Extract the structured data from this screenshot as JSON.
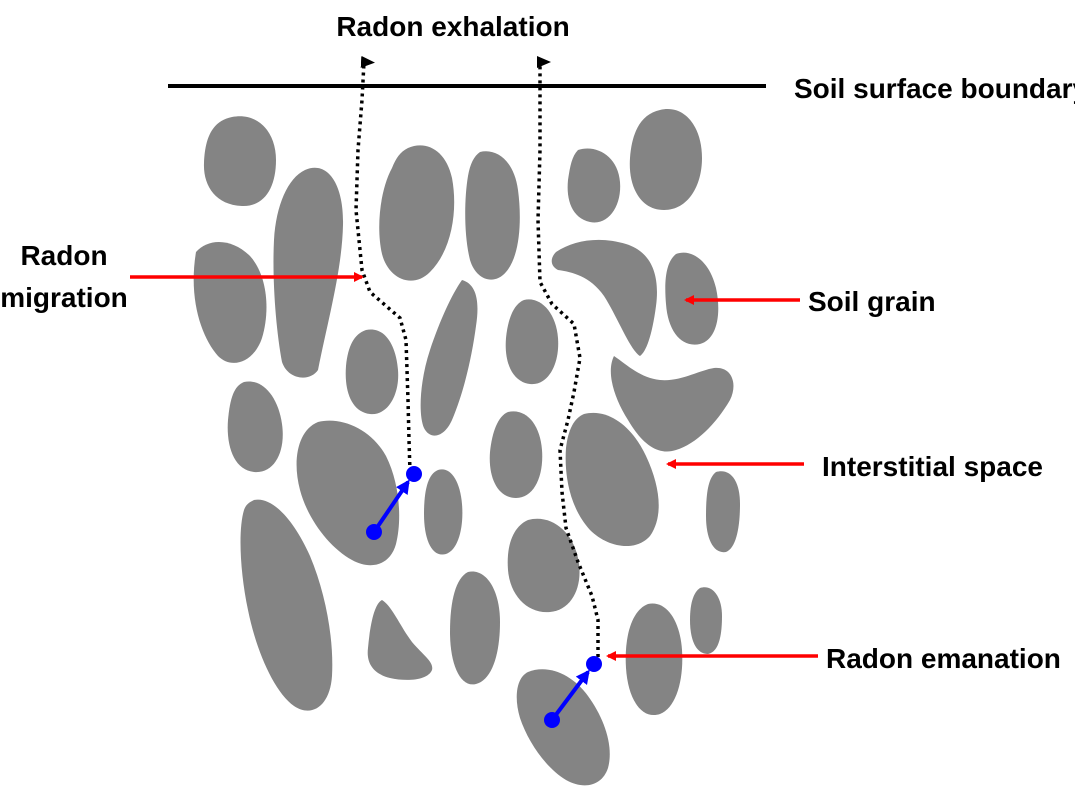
{
  "labels": {
    "exhalation": "Radon exhalation",
    "surface": "Soil surface boundary",
    "migration_line1": "Radon",
    "migration_line2": "migration",
    "soil_grain": "Soil grain",
    "interstitial": "Interstitial space",
    "emanation": "Radon emanation"
  },
  "colors": {
    "grain": "#848484",
    "pointer_arrow": "#ff0000",
    "emanation_arrow": "#0000ff",
    "path": "#000000",
    "boundary": "#000000",
    "text": "#000000"
  }
}
